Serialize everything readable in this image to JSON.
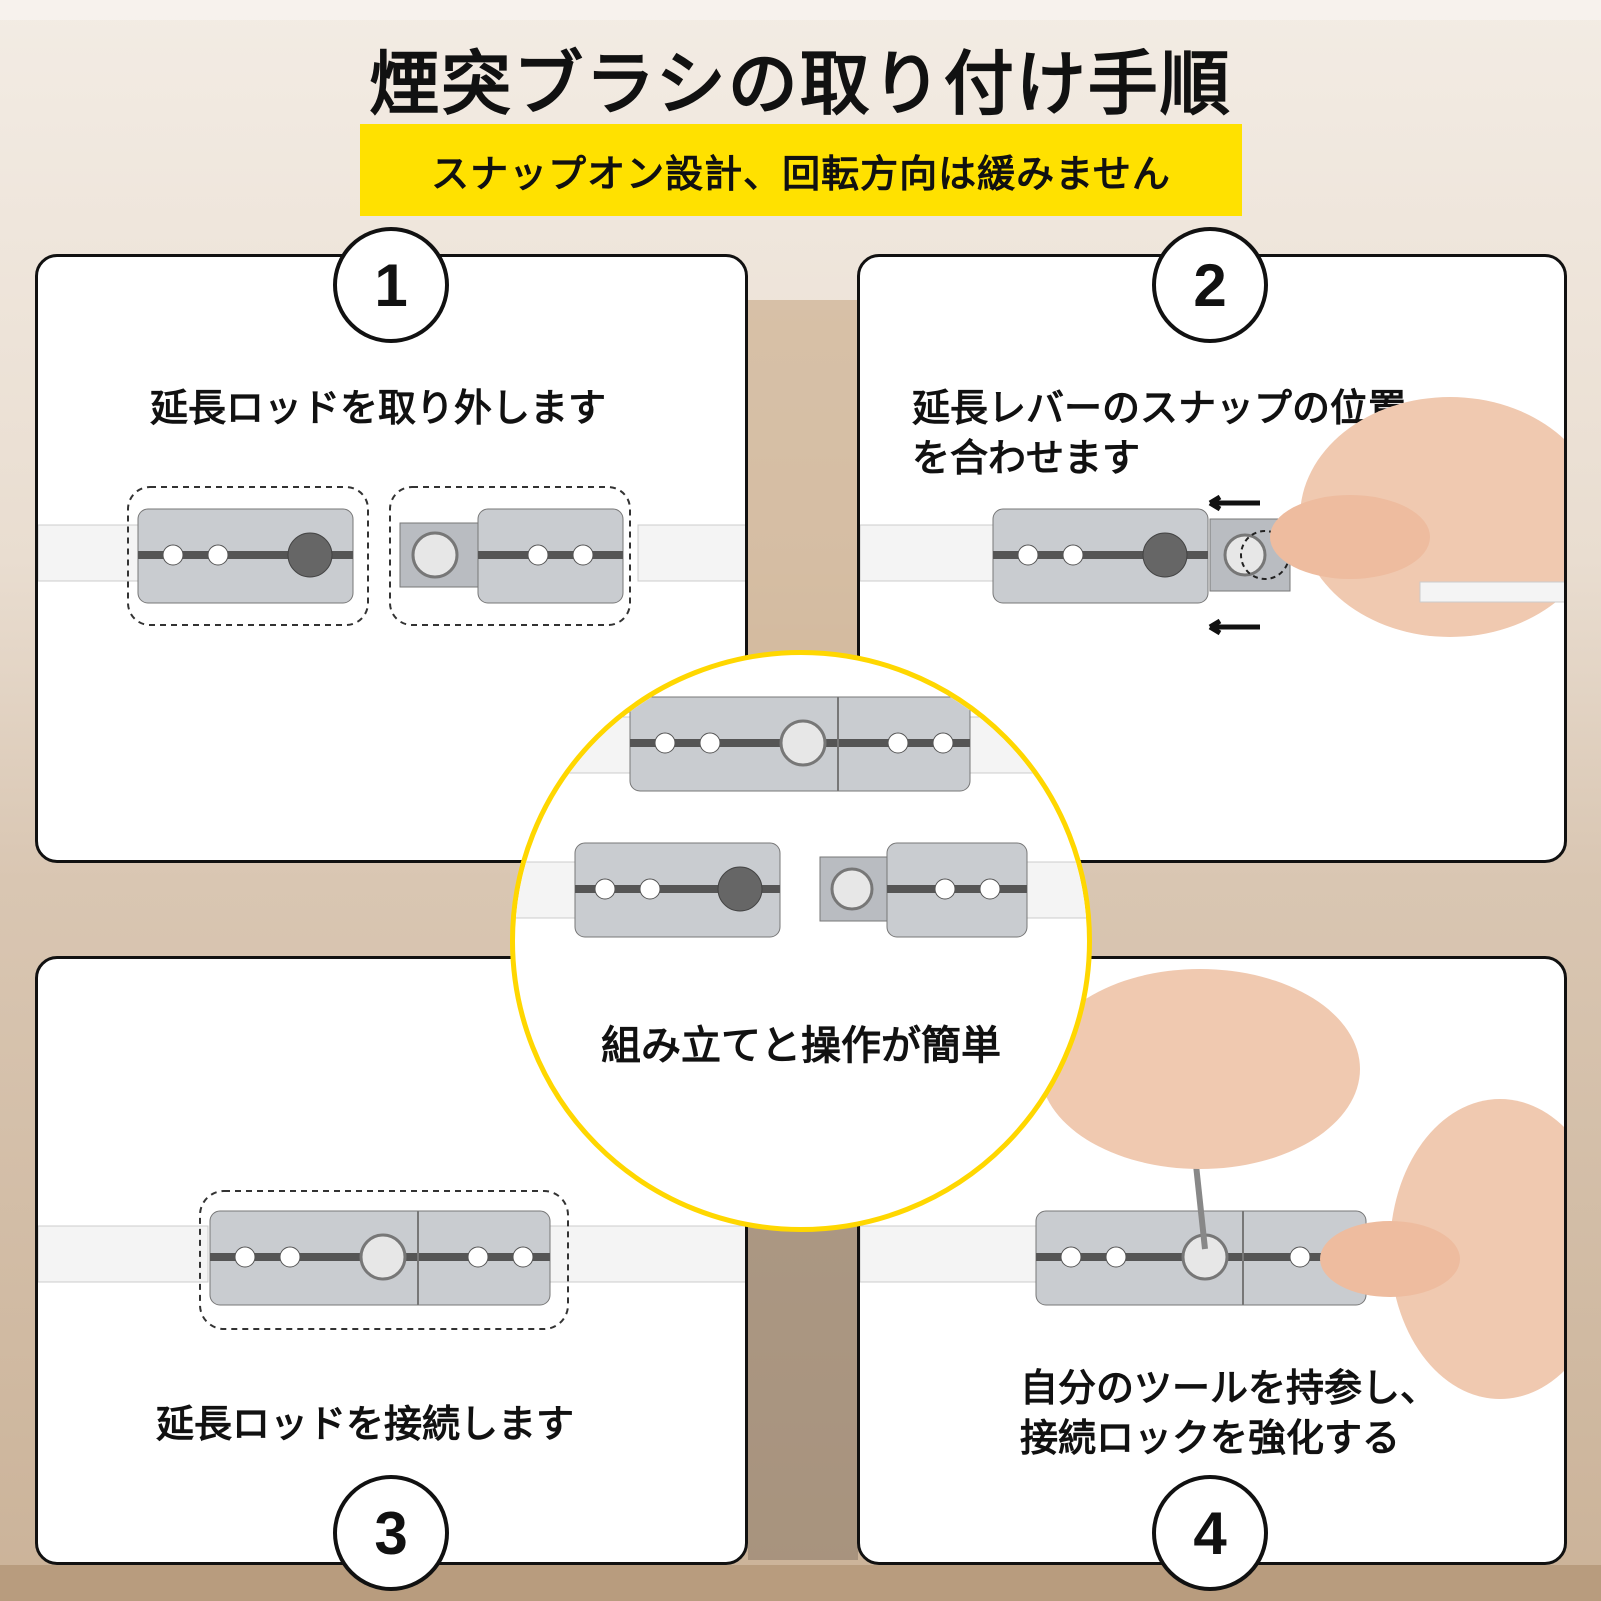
{
  "title": "煙突ブラシの取り付け手順",
  "banner": "スナップオン設計、回転方向は緩みません",
  "steps": [
    {
      "number": "1",
      "text": "延長ロッドを取り外します"
    },
    {
      "number": "2",
      "text_line1": "延長レバーのスナップの位置",
      "text_line2": "を合わせます"
    },
    {
      "number": "3",
      "text": "延長ロッドを接続します"
    },
    {
      "number": "4",
      "text_line1": "自分のツールを持参し、",
      "text_line2": "接続ロックを強化する"
    }
  ],
  "center": {
    "text": "組み立てと操作が簡単"
  },
  "colors": {
    "accent": "#ffe100",
    "circle_border": "#ffd700",
    "ink": "#111111"
  }
}
